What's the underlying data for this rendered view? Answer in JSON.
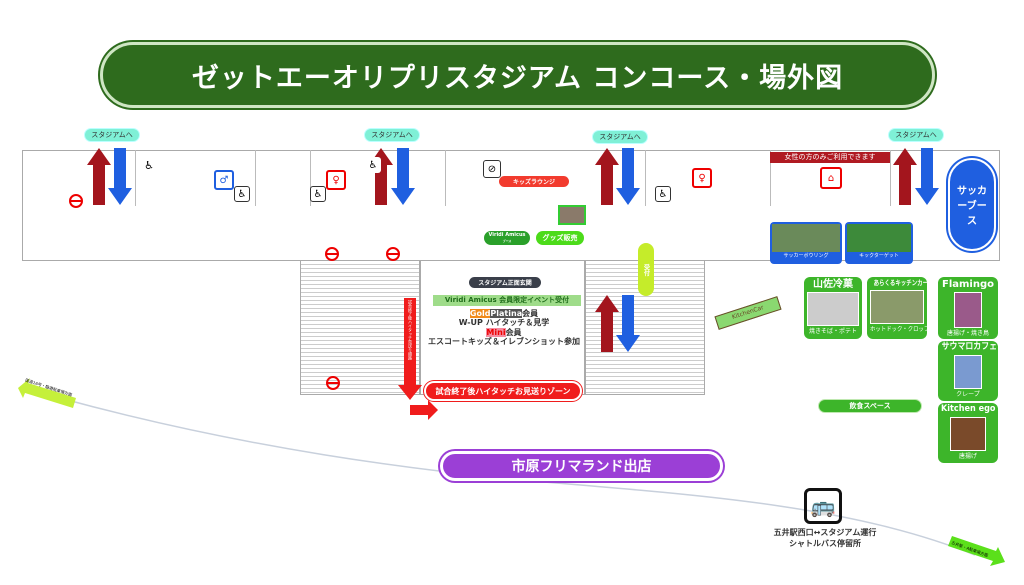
{
  "title": "ゼットエーオリプリスタジアム コンコース・場外図",
  "to_stadium": [
    "スタジアムへ",
    "スタジアムへ",
    "スタジアムへ",
    "スタジアムへ"
  ],
  "kids_lounge": "キッズラウンジ",
  "women_only": "女性の方のみご利用できます",
  "soccer_booth": "サッカーブース",
  "soccer_bowling": "サッカーボウリング",
  "kick_target": "キックターゲット",
  "viridi_booth": "Viridi Amicus",
  "viridi_booth_sub": "ブース",
  "goods": "グッズ販売",
  "main_entrance": "スタジアム正面玄関",
  "viridi_event": "Viridi Amicus 会員限定イベント受付",
  "gold": "Gold",
  "platina": "Platina",
  "member": "会員",
  "wup": "W-UP ハイタッチ＆見学",
  "mini": "Mini",
  "mini_member": "会員",
  "escort": "エスコートキッズ＆イレブンショット参加",
  "hightouch_zone": "試合終了後ハイタッチお見送りゾーン",
  "hightouch_route": "試合終了後ハイタッチ見送り順路",
  "reception": "受付",
  "kitchen_car": "KitchenCar",
  "vendors": [
    {
      "name": "山佐冷菓",
      "sub": "焼きそば・ポテト"
    },
    {
      "name": "あらくるキッチンカー",
      "sub": "ホットドック・クロッフル"
    },
    {
      "name": "Flamingo",
      "sub": "唐揚げ・焼き鳥"
    },
    {
      "name": "サウマロカフェ",
      "sub": "クレープ"
    },
    {
      "name": "Kitchen ego",
      "sub": "唐揚げ"
    }
  ],
  "eating_space": "飲食スペース",
  "ichihara": "市原フリマランド出店",
  "bus_stop_line1": "五井駅西口↔スタジアム運行",
  "bus_stop_line2": "シャトルバス停留所",
  "left_direction": "国道16号・臨港駐車場方面",
  "right_direction": "五井駅・A駐車場方面",
  "colors": {
    "title_bg": "#2e6b1d",
    "up_arrow": "#a3151d",
    "down_arrow": "#1f5fe0",
    "vendor": "#3db52a",
    "purple": "#9b3fd6"
  }
}
